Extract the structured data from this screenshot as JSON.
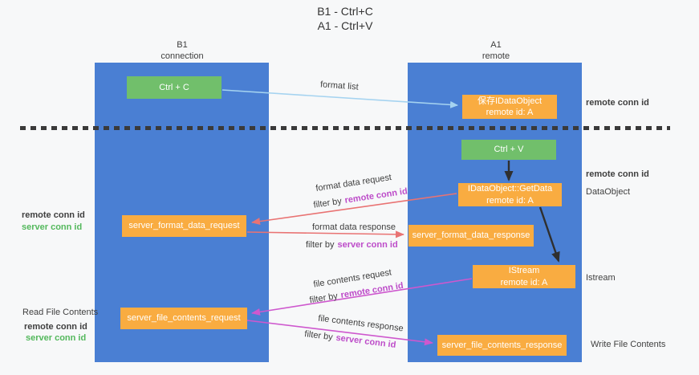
{
  "title": {
    "line1": "B1 - Ctrl+C",
    "line2": "A1 - Ctrl+V"
  },
  "columns": {
    "left": {
      "header_line1": "B1",
      "header_line2": "connection"
    },
    "right": {
      "header_line1": "A1",
      "header_line2": "remote"
    }
  },
  "nodes": {
    "ctrl_c": "Ctrl + C",
    "ctrl_v": "Ctrl + V",
    "save_dataobject": {
      "line1": "保存IDataObject",
      "line2": "remote id: A"
    },
    "getdata": {
      "line1": "IDataObject::GetData",
      "line2": "remote id: A"
    },
    "istream": {
      "line1": "IStream",
      "line2": "remote id: A"
    },
    "server_format_data_request": "server_format_data_request",
    "server_format_data_response": "server_format_data_response",
    "server_file_contents_request": "server_file_contents_request",
    "server_file_contents_response": "server_file_contents_response"
  },
  "flow_labels": {
    "format_list": "format list",
    "format_data_request": "format data request",
    "format_data_response": "format data response",
    "file_contents_request": "file contents request",
    "file_contents_response": "file contents response",
    "filter_by": "filter by",
    "remote_conn_id": "remote conn id",
    "server_conn_id": "server conn id"
  },
  "side_labels": {
    "right_remote_conn_id_top": "remote conn id",
    "right_remote_conn_id_mid": "remote conn id",
    "dataobject": "DataObject",
    "istream": "Istream",
    "write_file_contents": "Write File Contents",
    "left_remote_conn_id_top": "remote conn id",
    "left_server_conn_id_top": "server conn id",
    "read_file_contents": "Read File Contents",
    "left_remote_conn_id_bottom": "remote conn id",
    "left_server_conn_id_bottom": "server conn id"
  },
  "colors": {
    "column_blue": "#4a7fd3",
    "box_orange": "#f9ac41",
    "box_green": "#71bf6b",
    "arrow_red": "#e97373",
    "arrow_magenta": "#ce58ce",
    "arrow_lightblue": "#a5d3f0",
    "arrow_black": "#2f2f2f",
    "label_purple": "#bd4cc9",
    "label_green": "#53b85c"
  }
}
